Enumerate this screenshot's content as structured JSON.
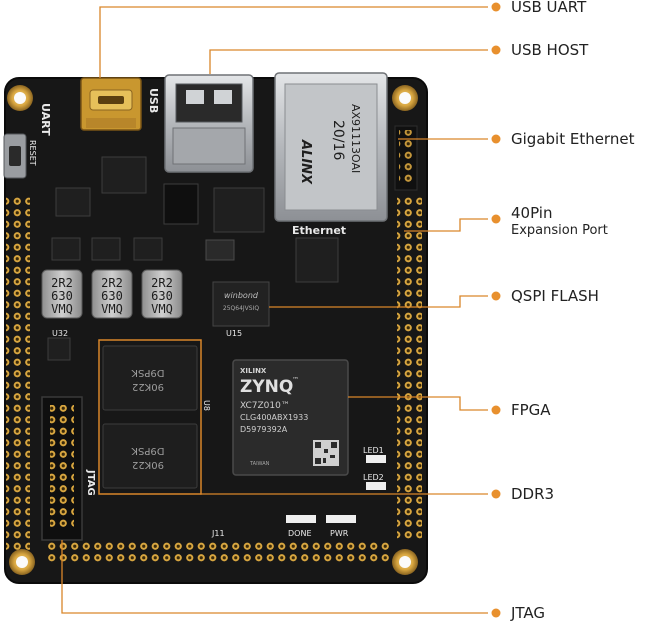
{
  "colors": {
    "leader_line": "#d9862a",
    "leader_dot": "#e8902e",
    "board": "#171717",
    "pcb_edge": "#0d0d0d",
    "gold": "#d8a640",
    "chip": "#1f1f1f",
    "metal": "#b9bcc0",
    "silk": "#e9e9e9"
  },
  "callouts": [
    {
      "key": "usb_uart",
      "label": "USB UART"
    },
    {
      "key": "usb_host",
      "label": "USB HOST"
    },
    {
      "key": "ethernet",
      "label": "Gigabit Ethernet"
    },
    {
      "key": "expansion",
      "label": "40Pin",
      "sublabel": "Expansion Port"
    },
    {
      "key": "qspi",
      "label": "QSPI FLASH"
    },
    {
      "key": "fpga",
      "label": "FPGA"
    },
    {
      "key": "ddr3",
      "label": "DDR3"
    },
    {
      "key": "jtag",
      "label": "JTAG"
    }
  ],
  "board": {
    "silk": {
      "uart": "UART",
      "usb": "USB",
      "reset": "RESET",
      "ethernet": "Ethernet",
      "jtag": "JTAG",
      "led1": "LED1",
      "led2": "LED2",
      "done": "DONE",
      "pwr": "PWR",
      "j11": "J11",
      "u8": "U8",
      "u15": "U15",
      "u32": "U32"
    },
    "rj45": {
      "code": "20/16",
      "part": "AX91113OAI",
      "brand": "ALINX"
    },
    "inductors": [
      {
        "line1": "2R2",
        "line2": "630",
        "line3": "VMQ"
      },
      {
        "line1": "2R2",
        "line2": "630",
        "line3": "VMQ"
      },
      {
        "line1": "2R2",
        "line2": "630",
        "line3": "VMQ"
      }
    ],
    "fpga": {
      "brand": "XILINX",
      "family": "ZYNQ",
      "tm": "™",
      "part": "XC7Z010™",
      "package": "CLG400ABX1933",
      "lot": "D5979392A",
      "origin": "TAIWAN"
    },
    "ddr": [
      {
        "code": "D9PSK",
        "mark": "90K22"
      },
      {
        "code": "D9PSK",
        "mark": "90K22"
      }
    ],
    "flash": {
      "brand": "winbond",
      "code": "25Q64JVSIQ"
    }
  }
}
